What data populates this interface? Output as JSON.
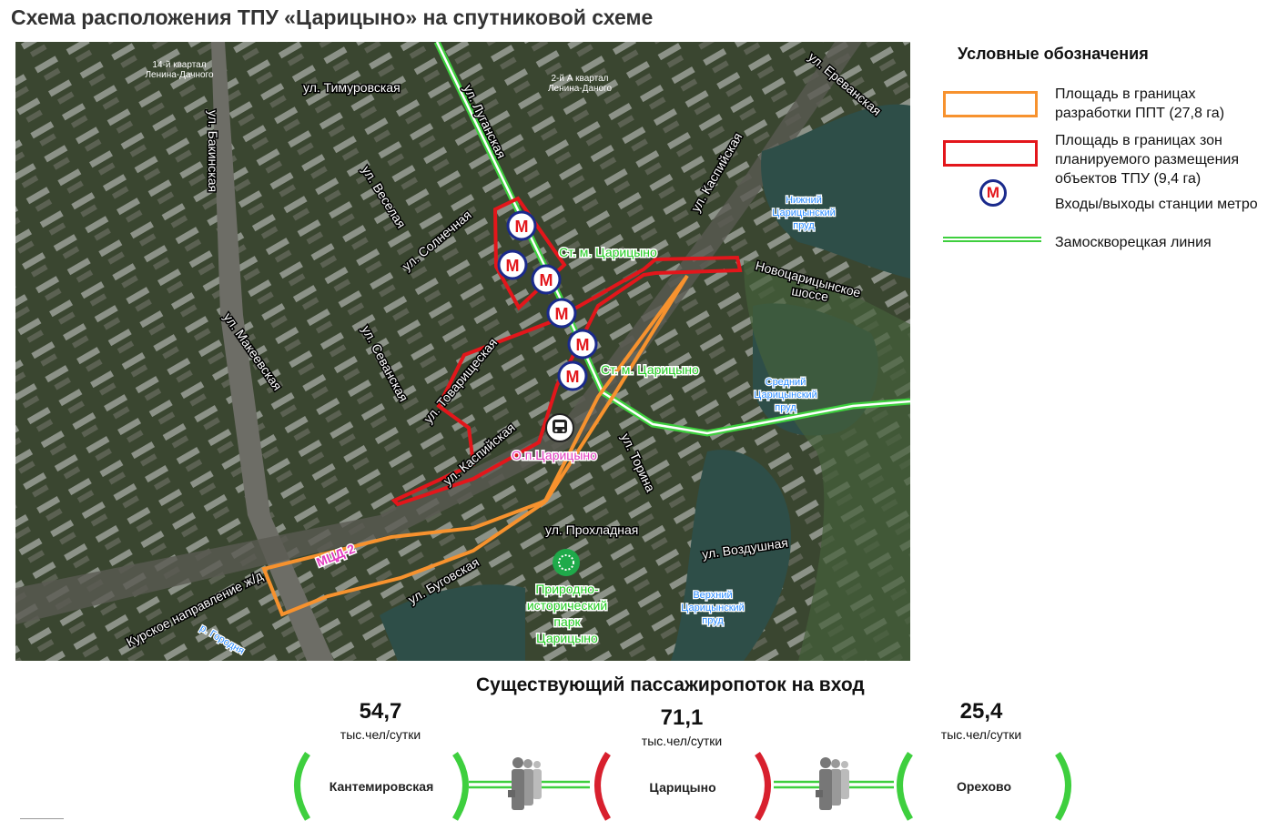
{
  "title": "Схема расположения ТПУ «Царицыно» на спутниковой схеме",
  "map": {
    "labels": {
      "kv14": "14-й квартал",
      "kv14b": "Ленина-Дачного",
      "kv2a": "2-й А квартал",
      "kv2ab": "Ленина-Даного",
      "timurovskaya": "ул. Тимуровская",
      "luganskaya": "ул. Луганская",
      "bakinskaya": "ул. Бакинская",
      "veselaya": "ул. Веселая",
      "solnechnaya": "ул. Солнечная",
      "erevanskaya": "ул. Ереванская",
      "kaspiyskaya1": "ул. Каспийская",
      "makeevskaya": "ул. Макеевская",
      "sevanskaya": "ул. Севанская",
      "tovarischeskaya": "ул. Товарищеская",
      "kaspiyskaya2": "ул. Каспийская",
      "novotsar1": "Новоцарицынское",
      "novotsar2": "шоссе",
      "borisa": "ул. Торина",
      "prokhladnaya": "ул. Прохладная",
      "vozdushnaya": "ул. Воздушная",
      "bugovskaya": "ул. Буговская",
      "kursk": "Курское направление ж/д",
      "mcd": "МЦД-2",
      "gorodnya": "р. Городня",
      "st_metro1": "Ст. м. Царицыно",
      "st_metro2": "Ст. м. Царицыно",
      "op": "О.п.Царицыно",
      "park": [
        "Природно-",
        "исторический",
        "парк",
        "Царицыно"
      ],
      "pond_lower": [
        "Нижний",
        "Царицынский",
        "пруд"
      ],
      "pond_mid": [
        "Средний",
        "Царицынский",
        "пруд"
      ],
      "pond_upper": [
        "Верхний",
        "Царицынский",
        "пруд"
      ],
      "metro_letter": "М"
    }
  },
  "legend": {
    "title": "Условные обозначения",
    "items": [
      {
        "label": "Площадь в границах разработки ППТ (27,8 га)",
        "color": "#f7922e"
      },
      {
        "label": "Площадь в границах зон планируемого размещения объектов ТПУ (9,4 га)",
        "color": "#e3161b"
      },
      {
        "label": "Входы/выходы станции метро",
        "color": "#e3161b"
      },
      {
        "label": "Замоскворецкая линия",
        "color": "#3ecf3e"
      }
    ]
  },
  "flow": {
    "title": "Существующий пассажиропоток на вход",
    "unit": "тыс.чел/сутки",
    "stations": [
      {
        "name": "Кантемировская",
        "value": "54,7",
        "color": "#3ecf3e"
      },
      {
        "name": "Царицыно",
        "value": "71,1",
        "color": "#d8202e"
      },
      {
        "name": "Орехово",
        "value": "25,4",
        "color": "#3ecf3e"
      }
    ]
  }
}
